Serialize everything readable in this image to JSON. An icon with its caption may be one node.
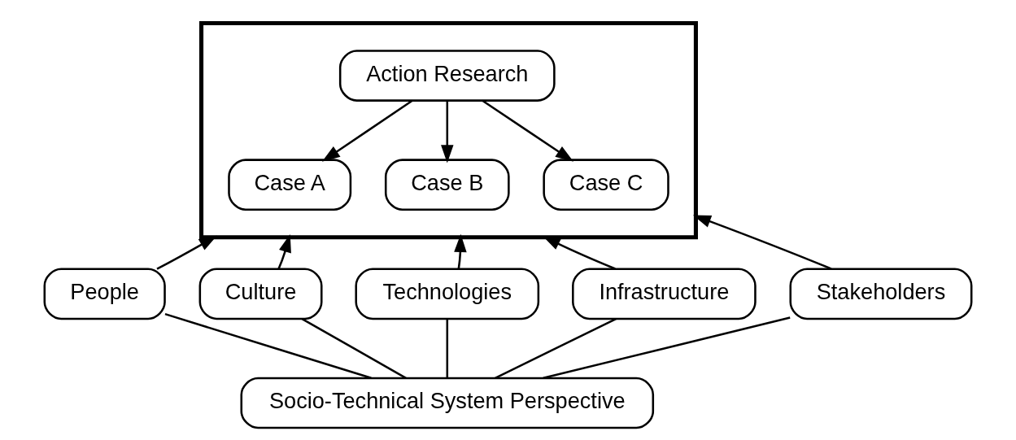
{
  "diagram": {
    "nodes": [
      {
        "text": [],
        "shape": "box"
      },
      {
        "text": [
          "Action Research"
        ],
        "in": 0
      },
      {
        "text": [
          "Case A"
        ],
        "in": 0
      },
      {
        "text": [
          "Case B"
        ],
        "in": 0
      },
      {
        "text": [
          "Case C"
        ],
        "in": 0
      },
      {
        "text": [
          "People"
        ]
      },
      {
        "text": [
          "Culture"
        ]
      },
      {
        "text": [
          "Technologies"
        ]
      },
      {
        "text": [
          "Infrastructure"
        ]
      },
      {
        "text": [
          "Stakeholders"
        ]
      },
      {
        "text": [
          "Socio-Technical System Perspective"
        ]
      }
    ],
    "edges": [
      {
        "from": 1,
        "to": 2,
        "arrow": "to"
      },
      {
        "from": 1,
        "to": 3,
        "arrow": "to"
      },
      {
        "from": 1,
        "to": 4,
        "arrow": "to"
      },
      {
        "from": 5,
        "to": 0,
        "arrow": "to"
      },
      {
        "from": 6,
        "to": 0,
        "arrow": "to"
      },
      {
        "from": 7,
        "to": 0,
        "arrow": "to"
      },
      {
        "from": 8,
        "to": 0,
        "arrow": "to"
      },
      {
        "from": 9,
        "to": 0,
        "arrow": "to"
      },
      {
        "from": 5,
        "to": 10,
        "arrow": "none"
      },
      {
        "from": 6,
        "to": 10,
        "arrow": "none"
      },
      {
        "from": 7,
        "to": 10,
        "arrow": "none"
      },
      {
        "from": 8,
        "to": 10,
        "arrow": "none"
      },
      {
        "from": 9,
        "to": 10,
        "arrow": "none"
      }
    ]
  }
}
